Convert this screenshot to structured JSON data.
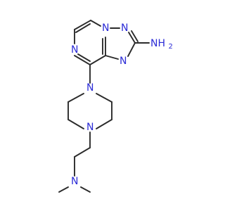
{
  "molecule": {
    "atom_labels": {
      "n_pyrazine": "N",
      "n_bridge": "N",
      "n_triazole_top": "N",
      "n_triazole_bottom": "N",
      "nh2": "NH",
      "nh2_subscript": "2",
      "n_piperazine_top": "N",
      "n_piperazine_bottom": "N",
      "n_dimethyl": "N"
    },
    "colors": {
      "bond": "#2b2b2b",
      "heteroatom": "#2b2bd6",
      "background": "#ffffff"
    }
  }
}
